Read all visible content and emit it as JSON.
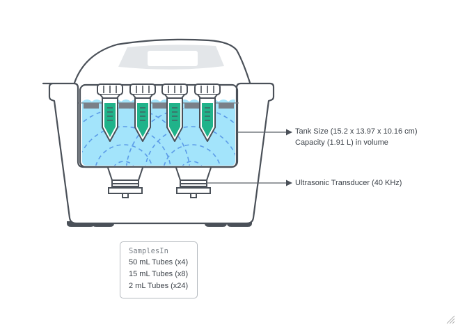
{
  "diagram": {
    "title": "Ultrasonic Bath",
    "colors": {
      "outline": "#4a5058",
      "water": "#a3e4fb",
      "wave": "#5b9be8",
      "tube_fill": "#20b38a",
      "display_panel": "#e3e6e9",
      "tube_rack": "#7a8088",
      "leader_line": "#5a6068"
    },
    "tube_count": 4,
    "transducer_count": 2
  },
  "annotations": {
    "tank": {
      "line1": "Tank Size (15.2 x 13.97 x 10.16 cm)",
      "line2": "Capacity (1.91 L) in volume"
    },
    "transducer": {
      "line1": "Ultrasonic Transducer (40 KHz)"
    }
  },
  "samples": {
    "title": "SamplesIn",
    "items": [
      "50 mL Tubes (x4)",
      "15 mL Tubes (x8)",
      "2 mL Tubes (x24)"
    ]
  },
  "icons": {
    "resize_grip": "resize-grip-icon"
  }
}
